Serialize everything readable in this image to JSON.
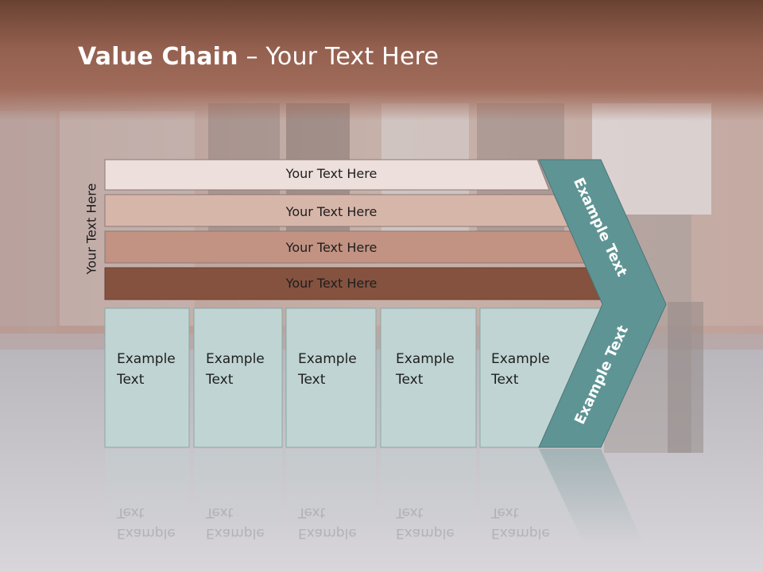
{
  "title": {
    "bold": "Value Chain",
    "rest": " – Your Text Here"
  },
  "side_label": "Your Text Here",
  "rows": [
    {
      "label": "Your Text Here",
      "color": "#ecdfdc"
    },
    {
      "label": "Your Text Here",
      "color": "#d7b6aa"
    },
    {
      "label": "Your Text Here",
      "color": "#c29282"
    },
    {
      "label": "Your Text Here",
      "color": "#84523f"
    }
  ],
  "cells": [
    {
      "line1": "Example",
      "line2": "Text"
    },
    {
      "line1": "Example",
      "line2": "Text"
    },
    {
      "line1": "Example",
      "line2": "Text"
    },
    {
      "line1": "Example",
      "line2": "Text"
    },
    {
      "line1": "Example",
      "line2": "Text"
    }
  ],
  "chevron": {
    "upper_label": "Example Text",
    "lower_label": "Example Text",
    "color": "#5f9494"
  },
  "colors": {
    "header": "#8a5545",
    "cell_fill": "#c0d5d3"
  }
}
